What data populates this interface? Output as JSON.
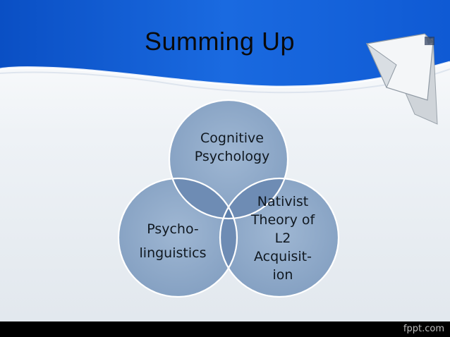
{
  "slide": {
    "title": "Summing Up",
    "footer_brand": "fppt.com"
  },
  "venn": {
    "circles": [
      {
        "id": "cognitive",
        "lines": [
          "Cognitive",
          "Psychology"
        ]
      },
      {
        "id": "nativist",
        "lines": [
          "Nativist",
          "Theory of",
          "L2",
          "Acquisit-",
          "ion"
        ]
      },
      {
        "id": "psycholinguistics",
        "lines": [
          "Psycho-",
          "linguistics"
        ]
      }
    ]
  },
  "colors": {
    "header_blue": "#1565d8",
    "circle_fill": "#8ea9c8",
    "circle_stroke": "#ffffff",
    "overlap_fill": "#5d7fab",
    "background": "#e9eef2",
    "footer": "#000000"
  }
}
